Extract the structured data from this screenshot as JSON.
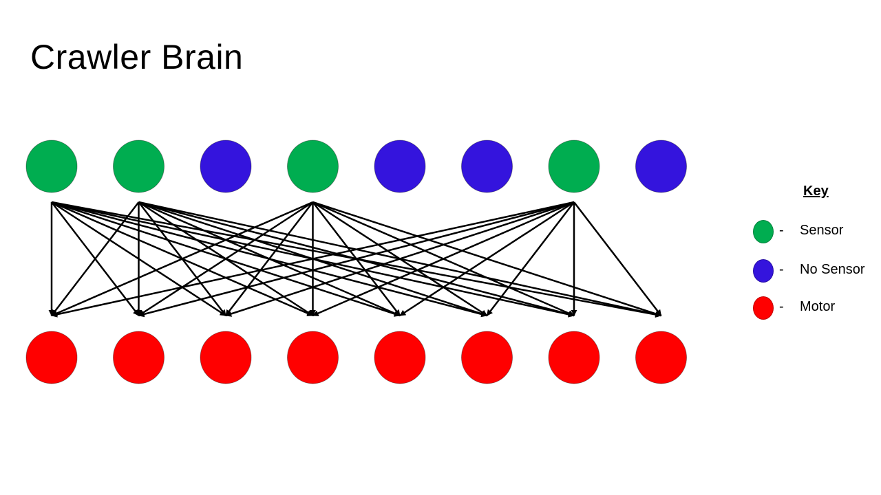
{
  "slide": {
    "title": "Crawler Brain"
  },
  "colors": {
    "sensor": "#00ad50",
    "no_sensor": "#3414dd",
    "motor": "#ff0000",
    "arrow": "#000000"
  },
  "input_nodes": [
    {
      "kind": "sensor"
    },
    {
      "kind": "sensor"
    },
    {
      "kind": "no_sensor"
    },
    {
      "kind": "sensor"
    },
    {
      "kind": "no_sensor"
    },
    {
      "kind": "no_sensor"
    },
    {
      "kind": "sensor"
    },
    {
      "kind": "no_sensor"
    }
  ],
  "output_nodes": [
    {
      "kind": "motor"
    },
    {
      "kind": "motor"
    },
    {
      "kind": "motor"
    },
    {
      "kind": "motor"
    },
    {
      "kind": "motor"
    },
    {
      "kind": "motor"
    },
    {
      "kind": "motor"
    },
    {
      "kind": "motor"
    }
  ],
  "connections": [
    {
      "from": 0,
      "to": [
        0,
        1,
        2,
        3,
        4,
        5,
        6,
        7
      ]
    },
    {
      "from": 1,
      "to": [
        0,
        1,
        2,
        3,
        4,
        5,
        6,
        7
      ]
    },
    {
      "from": 3,
      "to": [
        0,
        1,
        2,
        3,
        4,
        5,
        6,
        7
      ]
    },
    {
      "from": 6,
      "to": [
        0,
        1,
        2,
        3,
        4,
        5,
        6,
        7
      ]
    }
  ],
  "legend": {
    "title": "Key",
    "items": [
      {
        "kind": "sensor",
        "dash": "-",
        "label": "Sensor"
      },
      {
        "kind": "no_sensor",
        "dash": "-",
        "label": "No Sensor"
      },
      {
        "kind": "motor",
        "dash": "-",
        "label": "Motor"
      }
    ]
  }
}
